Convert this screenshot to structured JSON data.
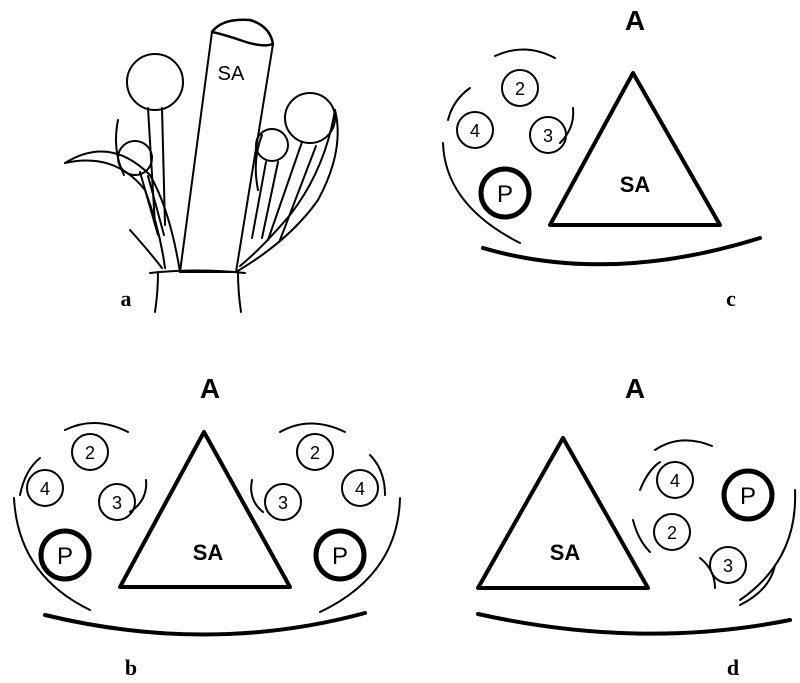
{
  "panels": {
    "a": {
      "label": "a",
      "column_label": "SA"
    },
    "b": {
      "label": "b",
      "top_label": "A",
      "center_label": "SA",
      "left_group": [
        "2",
        "4",
        "3",
        "P"
      ],
      "right_group": [
        "2",
        "3",
        "4",
        "P"
      ]
    },
    "c": {
      "label": "c",
      "top_label": "A",
      "center_label": "SA",
      "group": [
        "2",
        "4",
        "3",
        "P"
      ]
    },
    "d": {
      "label": "d",
      "top_label": "A",
      "center_label": "SA",
      "group": [
        "4",
        "P",
        "2",
        "3"
      ]
    }
  }
}
